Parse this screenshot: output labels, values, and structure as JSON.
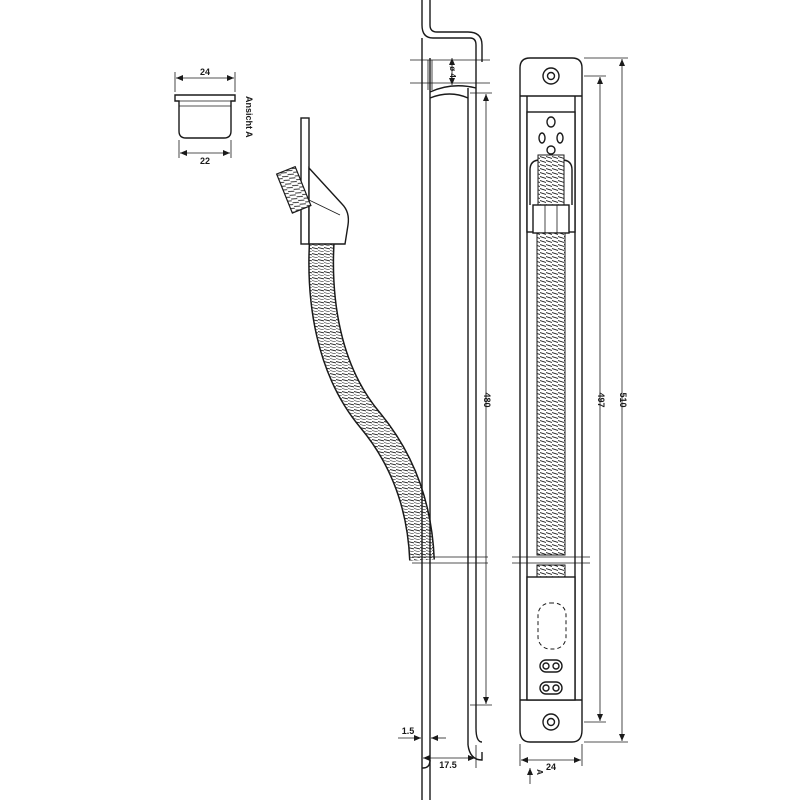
{
  "view_a": {
    "label": "Ansicht A",
    "top_dim": "24",
    "bottom_dim": "22"
  },
  "side_view": {
    "dim_length": "480",
    "dim_diameter": "ø 4",
    "dim_thickness": "1.5",
    "dim_depth": "17.5"
  },
  "front_view": {
    "dim_length_inner": "497",
    "dim_length_total": "510",
    "dim_width": "24",
    "view_arrow": "A"
  },
  "colors": {
    "line": "#1a1a1a",
    "background": "#ffffff"
  }
}
